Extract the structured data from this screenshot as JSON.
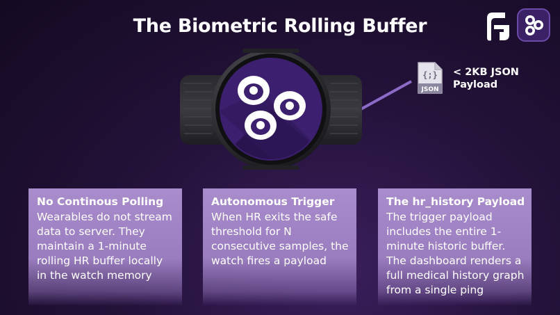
{
  "title": "The Biometric Rolling Buffer",
  "branding": {
    "logo_left": "g-logo-icon",
    "logo_right": "app-logo-icon"
  },
  "colors": {
    "accent": "#8c6bc8",
    "card": "#a98ccc",
    "watch_face": "#3c1f6e"
  },
  "payload_callout": {
    "icon": "json-file-icon",
    "icon_text": "JSON",
    "icon_glyph": "{;}",
    "label": "< 2KB JSON Payload"
  },
  "cards": [
    {
      "title": "No Continous Polling",
      "body": "Wearables do not stream data to server. They maintain a 1-minute rolling HR buffer locally in the watch memory"
    },
    {
      "title": "Autonomous Trigger",
      "body": "When HR exits the safe threshold for N consecutive samples, the watch fires a payload"
    },
    {
      "title": "The hr_history Payload",
      "body": "The trigger payload includes the entire 1-minute historic buffer. The dashboard renders a full medical history graph from a single ping"
    }
  ]
}
